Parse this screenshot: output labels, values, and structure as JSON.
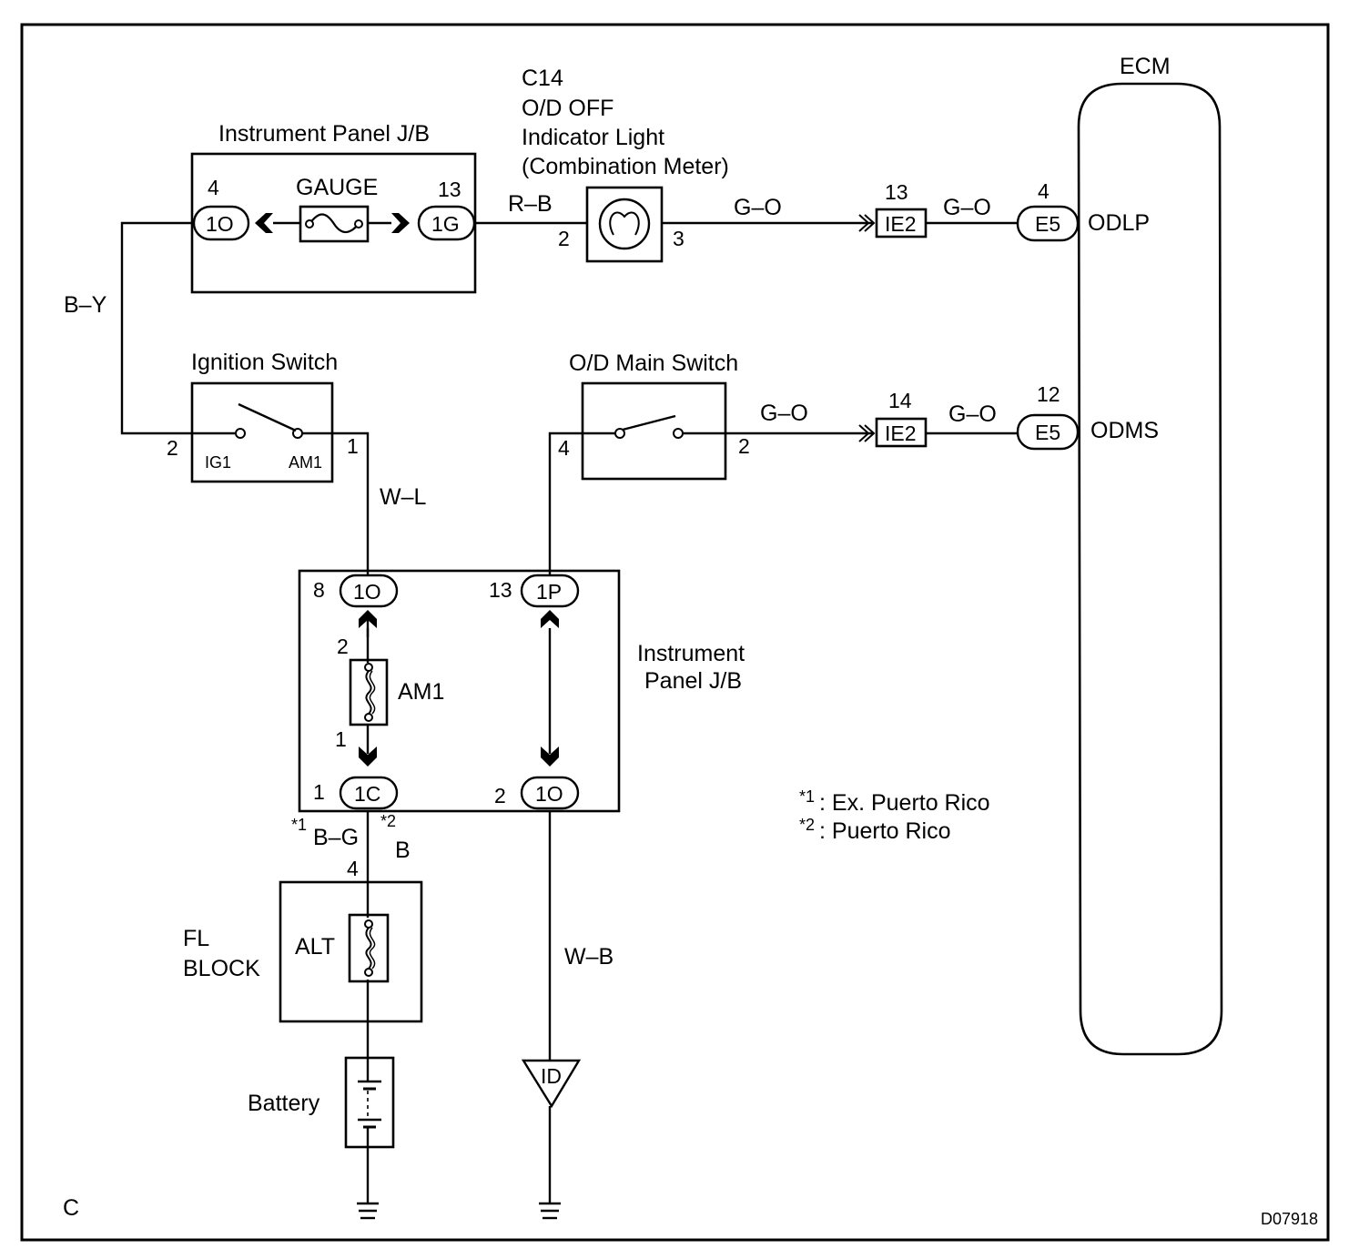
{
  "top_jb": {
    "title": "Instrument Panel J/B",
    "left_pin": "4",
    "left_conn": "1O",
    "fuse": "GAUGE",
    "right_pin": "13",
    "right_conn": "1G"
  },
  "wire_by": "B–Y",
  "wire_rb": "R–B",
  "indicator": {
    "code": "C14",
    "name": "O/D OFF",
    "line2": "Indicator Light",
    "line3": "(Combination Meter)",
    "pin_in": "2",
    "pin_out": "3"
  },
  "wire_go_top": "G–O",
  "ie2_top": {
    "pin": "13",
    "label": "IE2",
    "wire": "G–O"
  },
  "ecm": {
    "title": "ECM",
    "odlp_pin": "4",
    "odlp_conn": "E5",
    "odlp_label": "ODLP",
    "odms_pin": "12",
    "odms_conn": "E5",
    "odms_label": "ODMS"
  },
  "ignition": {
    "title": "Ignition Switch",
    "pin_left": "2",
    "term_left": "IG1",
    "pin_right": "1",
    "term_right": "AM1"
  },
  "wire_wl": "W–L",
  "od_switch": {
    "title": "O/D Main Switch",
    "pin_left": "4",
    "pin_right": "2"
  },
  "wire_go_mid": "G–O",
  "ie2_mid": {
    "pin": "14",
    "label": "IE2",
    "wire": "G–O"
  },
  "mid_jb": {
    "title_line1": "Instrument",
    "title_line2": "Panel J/B",
    "tl_pin": "8",
    "tl_conn": "1O",
    "tr_pin": "13",
    "tr_conn": "1P",
    "fuse": "AM1",
    "fuse_pin_top": "2",
    "fuse_pin_bottom": "1",
    "bl_pin": "1",
    "bl_conn": "1C",
    "br_pin": "2",
    "br_conn": "1O"
  },
  "wire_bg": {
    "mark1": "*1",
    "label1": "B–G",
    "mark2": "*2",
    "label2": "B"
  },
  "fl_block": {
    "line1": "FL",
    "line2": "BLOCK",
    "pin": "4",
    "fuse": "ALT"
  },
  "battery": "Battery",
  "wire_wb": "W–B",
  "ground_id": "ID",
  "notes": {
    "n1_mark": "*1",
    "n1_text": ": Ex. Puerto Rico",
    "n2_mark": "*2",
    "n2_text": ": Puerto Rico"
  },
  "corner_letter": "C",
  "figure_code": "D07918"
}
